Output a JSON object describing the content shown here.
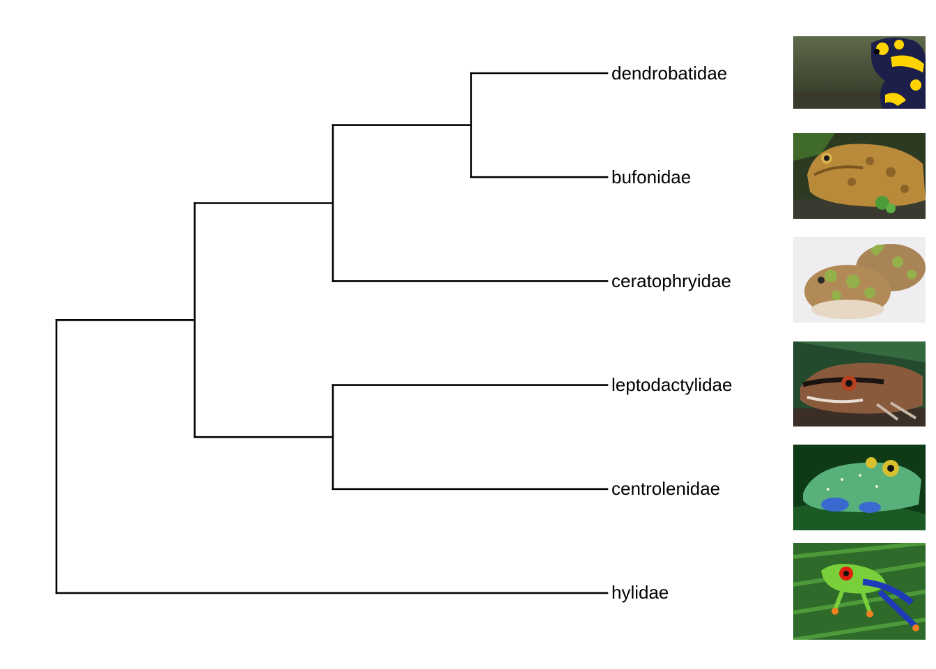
{
  "tips": [
    {
      "label": "dendrobatidae",
      "icon": "poison-dart-frog-photo"
    },
    {
      "label": "bufonidae",
      "icon": "toad-photo"
    },
    {
      "label": "ceratophryidae",
      "icon": "horned-frog-photo"
    },
    {
      "label": "leptodactylidae",
      "icon": "southern-frog-photo"
    },
    {
      "label": "centrolenidae",
      "icon": "glass-frog-photo"
    },
    {
      "label": "hylidae",
      "icon": "tree-frog-photo"
    }
  ],
  "tree": {
    "children": [
      {
        "children": [
          {
            "children": [
              {
                "children": [
                  {
                    "tip": 0
                  },
                  {
                    "tip": 1
                  }
                ]
              },
              {
                "tip": 2
              }
            ]
          },
          {
            "children": [
              {
                "tip": 3
              },
              {
                "tip": 4
              }
            ]
          }
        ]
      },
      {
        "tip": 5
      }
    ]
  },
  "colors": {
    "branch": "#000000",
    "label": "#000000",
    "background": "#ffffff"
  }
}
